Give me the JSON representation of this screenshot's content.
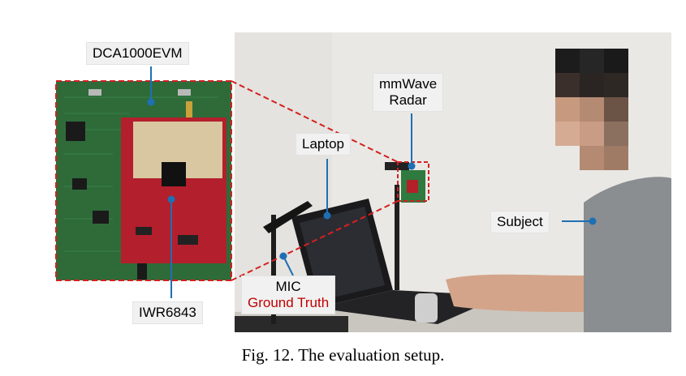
{
  "figure": {
    "caption": "Fig. 12.  The evaluation setup."
  },
  "labels": {
    "dca": "DCA1000EVM",
    "iwr": "IWR6843",
    "radar_line1": "mmWave",
    "radar_line2": "Radar",
    "laptop": "Laptop",
    "mic": "MIC",
    "ground_truth": "Ground Truth",
    "subject": "Subject"
  },
  "colors": {
    "zoom_outline": "#d42020",
    "leader": "#1f6fb5",
    "ground_truth_text": "#c00000"
  }
}
